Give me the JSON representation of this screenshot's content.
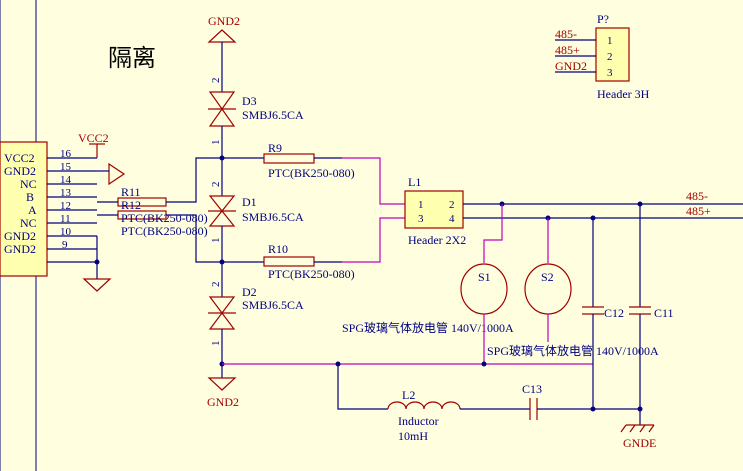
{
  "title_cn": "隔离",
  "colors": {
    "background": "#ffffe0",
    "wire": "#000080",
    "component": "#a00000",
    "net": "#c000c0",
    "pin_fill": "#ffffb0"
  },
  "connector_left": {
    "pins": [
      {
        "name": "VCC2",
        "num": "16"
      },
      {
        "name": "GND2",
        "num": "15"
      },
      {
        "name": "NC",
        "num": "14"
      },
      {
        "name": "B",
        "num": "13"
      },
      {
        "name": "A",
        "num": "12"
      },
      {
        "name": "NC",
        "num": "11"
      },
      {
        "name": "GND2",
        "num": "10"
      },
      {
        "name": "GND2",
        "num": "9"
      }
    ]
  },
  "power": {
    "vcc2": "VCC2",
    "gnd2_top": "GND2",
    "gnd2_bottom": "GND2",
    "gnde": "GNDE"
  },
  "resistors": {
    "r11": "R11",
    "r12": "R12",
    "r11_val": "PTC(BK250-080)",
    "r12_val": "PTC(BK250-080)",
    "r9": "R9",
    "r9_val": "PTC(BK250-080)",
    "r10": "R10",
    "r10_val": "PTC(BK250-080)"
  },
  "diodes": {
    "d3": "D3",
    "d3_val": "SMBJ6.5CA",
    "d1": "D1",
    "d1_val": "SMBJ6.5CA",
    "d2": "D2",
    "d2_val": "SMBJ6.5CA",
    "pin1": "1",
    "pin2": "2"
  },
  "l1": {
    "ref": "L1",
    "name": "Header 2X2",
    "p1": "1",
    "p2": "2",
    "p3": "3",
    "p4": "4"
  },
  "header_p": {
    "ref": "P?",
    "name": "Header 3H",
    "p1": "1",
    "p2": "2",
    "p3": "3",
    "net1": "485-",
    "net2": "485+",
    "net3": "GND2"
  },
  "nets_right": {
    "n1": "485-",
    "n2": "485+"
  },
  "gas_tubes": {
    "s1": "S1",
    "s2": "S2",
    "s1_val": "SPG玻璃气体放电管 140V/1000A",
    "s2_val": "SPG玻璃气体放电管 140V/1000A"
  },
  "caps": {
    "c12": "C12",
    "c11": "C11",
    "c13": "C13"
  },
  "inductor": {
    "ref": "L2",
    "name": "Inductor",
    "val": "10mH"
  }
}
